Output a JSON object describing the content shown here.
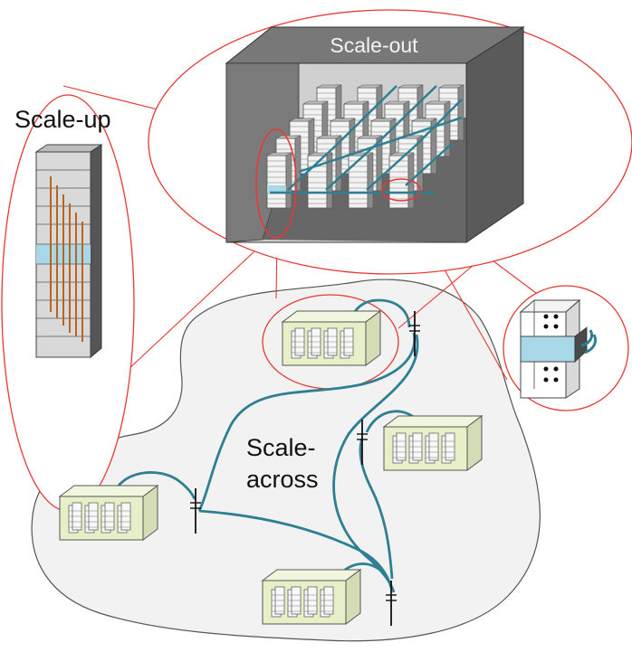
{
  "labels": {
    "scale_up": "Scale-up",
    "scale_out": "Scale-out",
    "scale_across_line1": "Scale-",
    "scale_across_line2": "across"
  },
  "colors": {
    "ellipse_outline": "#e53935",
    "cable": "#2e7f92",
    "highlight_band": "#a8d8e8",
    "rack_fill": "#d9d9d9",
    "orange_cable": "#b8651f",
    "datacenter_fill": "#e6efc8",
    "cloud_fill": "#f2f2f2",
    "hall_dark": "#5a5a5a",
    "hall_back": "#d0d0d0"
  }
}
